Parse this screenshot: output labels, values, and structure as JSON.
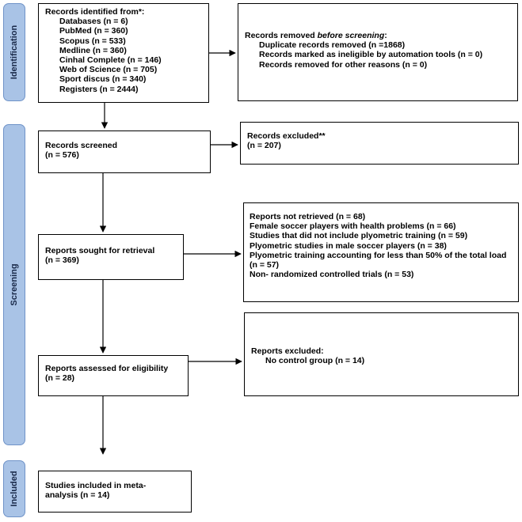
{
  "phases": {
    "identification": "Identification",
    "screening": "Screening",
    "included": "Included"
  },
  "records_identified": {
    "title": "Records identified from*:",
    "sources": [
      "Databases (n = 6)",
      "PubMed (n = 360)",
      "Scopus (n = 533)",
      "Medline (n = 360)",
      "Cinhal Complete (n = 146)",
      "Web of Science (n = 705)",
      "Sport discus (n = 340)",
      "Registers (n = 2444)"
    ]
  },
  "records_removed": {
    "title_prefix": "Records removed ",
    "title_emphasis": "before screening",
    "title_suffix": ":",
    "items": [
      "Duplicate records removed (n =1868)",
      "Records marked as ineligible by automation tools (n = 0)",
      "Records removed for other reasons (n = 0)"
    ]
  },
  "records_screened": {
    "title": "Records screened",
    "count": "(n = 576)"
  },
  "records_excluded": {
    "title": "Records excluded**",
    "count": "(n = 207)"
  },
  "reports_sought": {
    "title": "Reports sought for retrieval",
    "count": "(n = 369)"
  },
  "reports_not_retrieved": {
    "lines": [
      "Reports not retrieved (n = 68)",
      " Female soccer players with health problems (n = 66)",
      "Studies that did not include plyometric training (n = 59)",
      "Plyometric studies in male soccer players (n = 38)",
      "Plyometric training accounting for less than 50% of the total load",
      "(n = 57)",
      "Non- randomized controlled trials (n = 53)"
    ]
  },
  "reports_assessed": {
    "title": "Reports assessed for eligibility",
    "count": "(n = 28)"
  },
  "reports_excluded": {
    "title": "Reports excluded:",
    "item": "No control group (n = 14)"
  },
  "studies_included": {
    "line1": "Studies included in meta-",
    "line2": "analysis (n = 14)"
  }
}
